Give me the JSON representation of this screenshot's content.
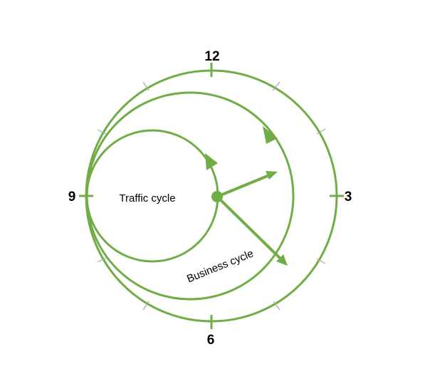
{
  "clock": {
    "labels": {
      "twelve": "12",
      "three": "3",
      "six": "6",
      "nine": "9"
    }
  },
  "cycles": {
    "traffic": "Traffic cycle",
    "business": "Business cycle"
  },
  "colors": {
    "stroke": "#70AD47",
    "minor_tick": "#A9A9A9"
  }
}
